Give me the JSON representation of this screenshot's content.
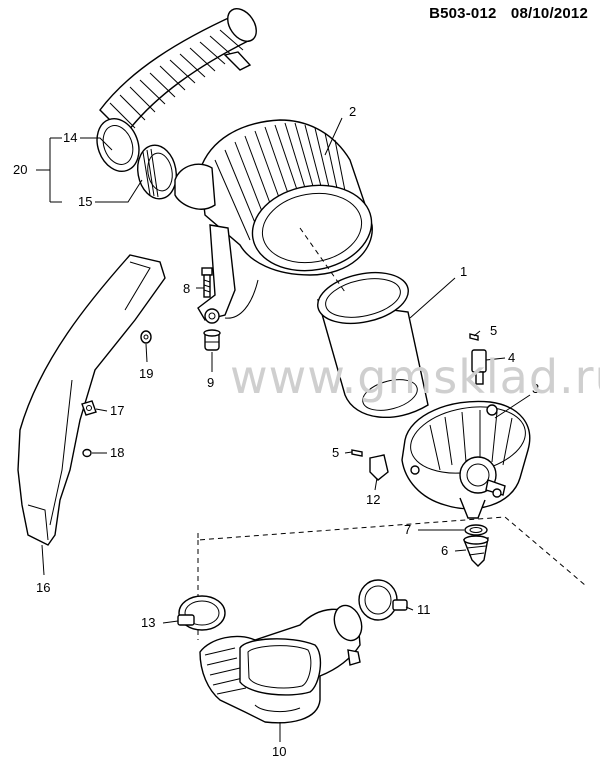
{
  "header": {
    "code": "B503-012",
    "date": "08/10/2012"
  },
  "watermark": "www.gmsklad.ru",
  "callouts": {
    "c1": "1",
    "c2": "2",
    "c3": "3",
    "c4": "4",
    "c5a": "5",
    "c5b": "5",
    "c6": "6",
    "c7": "7",
    "c8": "8",
    "c9": "9",
    "c10": "10",
    "c11": "11",
    "c12": "12",
    "c13": "13",
    "c14": "14",
    "c15": "15",
    "c16": "16",
    "c17": "17",
    "c18": "18",
    "c19": "19",
    "c20": "20"
  }
}
